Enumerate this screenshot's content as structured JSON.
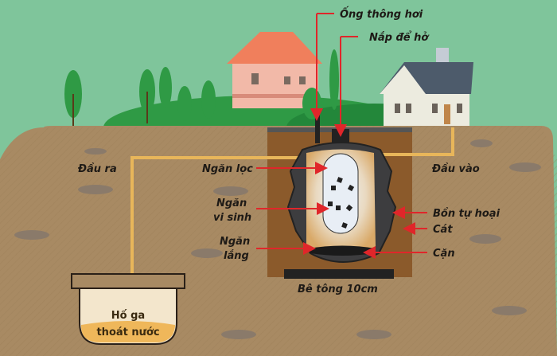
{
  "labels": {
    "vent_pipe": "Ống thông hơi",
    "open_lid": "Nắp để hở",
    "outlet": "Đầu ra",
    "inlet": "Đầu vào",
    "filter_chamber": "Ngăn lọc",
    "bio_chamber_1": "Ngăn",
    "bio_chamber_2": "vi sinh",
    "settling_chamber_1": "Ngăn",
    "settling_chamber_2": "lắng",
    "septic_tank": "Bồn tự hoại",
    "sand": "Cát",
    "sludge": "Cặn",
    "concrete": "Bê tông 10cm",
    "manhole_1": "Hố ga",
    "manhole_2": "thoát nước"
  },
  "colors": {
    "sky": "#7fc59b",
    "soil": "#a88a63",
    "pit": "#8b5a2b",
    "tank": "#3d3d3f",
    "arrow": "#e0262a",
    "pipe": "#e8b65a"
  }
}
